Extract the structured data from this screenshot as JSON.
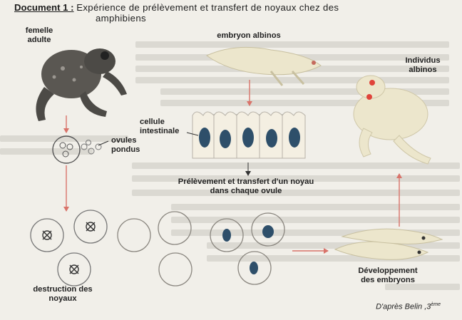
{
  "document": {
    "label": "Document 1 :",
    "title": "Expérience de prélèvement et transfert de noyaux chez des",
    "title_cont": "amphibiens"
  },
  "labels": {
    "female": "femelle\nadulte",
    "albino_embryo": "embryon albinos",
    "albino_individuals": "Individus\nalbinos",
    "ova": "ovules\npondus",
    "intestinal_cell": "cellule\nintestinale",
    "transfer": "Prélèvement et transfert d'un noyau\ndans chaque ovule",
    "destruction": "destruction des\nnoyaux",
    "development": "Développement\ndes embryons"
  },
  "credit": {
    "text": "D'après Belin ,3",
    "sup": "ème"
  },
  "colors": {
    "background": "#f1efe9",
    "arrow": "#d9736a",
    "nucleus": "#2e4f6a",
    "cell_outline": "#9a9690",
    "frog": "#5a5752",
    "albino": "#ece6cc"
  },
  "icons": {
    "frog": "frog-icon",
    "albino": "albino-frog-icon",
    "embryo": "embryo-icon"
  }
}
